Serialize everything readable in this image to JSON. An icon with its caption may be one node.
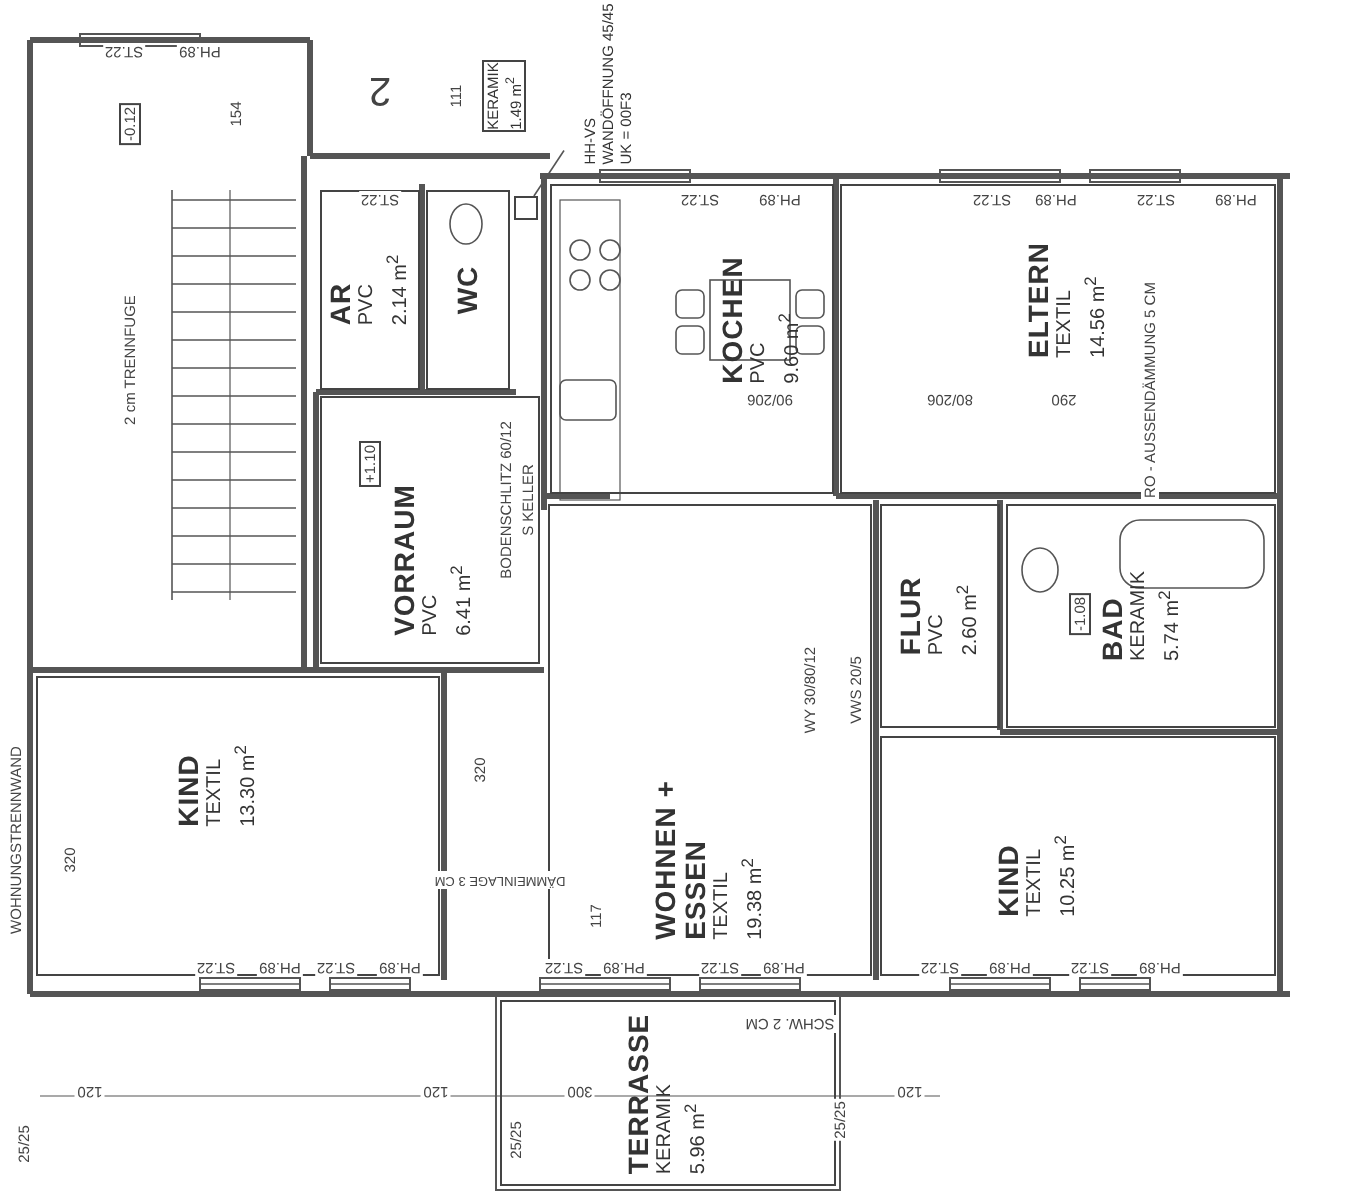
{
  "diagram": {
    "nodes": [
      {
        "text": [
          "AR",
          "PVC",
          "2.14 m$^{2}$"
        ]
      },
      {
        "text": [
          "WC"
        ]
      },
      {
        "text": [
          "KOCHEN",
          "PVC",
          "9.60 m$^{2}$"
        ]
      },
      {
        "text": [
          "ELTERN",
          "TEXTIL",
          "14.56 m$^{2}$"
        ]
      },
      {
        "text": [
          "VORRAUM",
          "PVC",
          "6.41 m$^{2}$"
        ]
      },
      {
        "text": [
          "FLUR",
          "PVC",
          "2.60 m$^{2}$"
        ]
      },
      {
        "text": [
          "BAD",
          "KERAMIK",
          "5.74 m$^{2}$"
        ]
      },
      {
        "text": [
          "KIND",
          "TEXTIL",
          "13.30 m$^{2}$"
        ]
      },
      {
        "text": [
          "WOHNEN +",
          "ESSEN",
          "TEXTIL",
          "19.38 m$^{2}$"
        ]
      },
      {
        "text": [
          "KIND",
          "TEXTIL",
          "10.25 m$^{2}$"
        ]
      },
      {
        "text": [
          "TERRASSE",
          "KERAMIK",
          "5.96 m$^{2}$"
        ]
      },
      {
        "text": [
          "KERAMIK",
          "1.49 m$^{2}$"
        ]
      },
      {
        "text": [
          "HH-VS",
          "WANDÖFFNUNG 45/45",
          "UK = 00F3"
        ]
      },
      {
        "text": [],
        "shape": "box"
      }
    ],
    "edges": [
      {
        "from": 12,
        "to": 13,
        "arrow": "none"
      }
    ],
    "labels": [
      "ST.22",
      "PH.89",
      "2",
      "111",
      "154",
      "-0.12",
      "ST.22",
      "2 cm TRENNFUGE",
      "+1.10",
      "BODENSCHLITZ 60/12",
      "S KELLER",
      "ST.22",
      "PH.89",
      "ST.22",
      "PH.89",
      "ST.22",
      "PH.89",
      "90/206",
      "80/206",
      "290",
      "RO - AUSSENDÄMMUNG 5 CM",
      "-1.08",
      "WY 30/80/12",
      "VWS 20/5",
      "WOHNUNGSTRENNWAND",
      "320",
      "DÄMMEINLAGE 3 CM",
      "320",
      "117",
      "ST.22",
      "PH.89",
      "ST.22",
      "PH.89",
      "ST.22",
      "PH.89",
      "ST.22",
      "PH.89",
      "ST.22",
      "PH.89",
      "ST.22",
      "PH.89",
      "SCHW. 2 CM",
      "120",
      "120",
      "300",
      "120",
      "25/25",
      "25/25",
      "25/25"
    ]
  }
}
